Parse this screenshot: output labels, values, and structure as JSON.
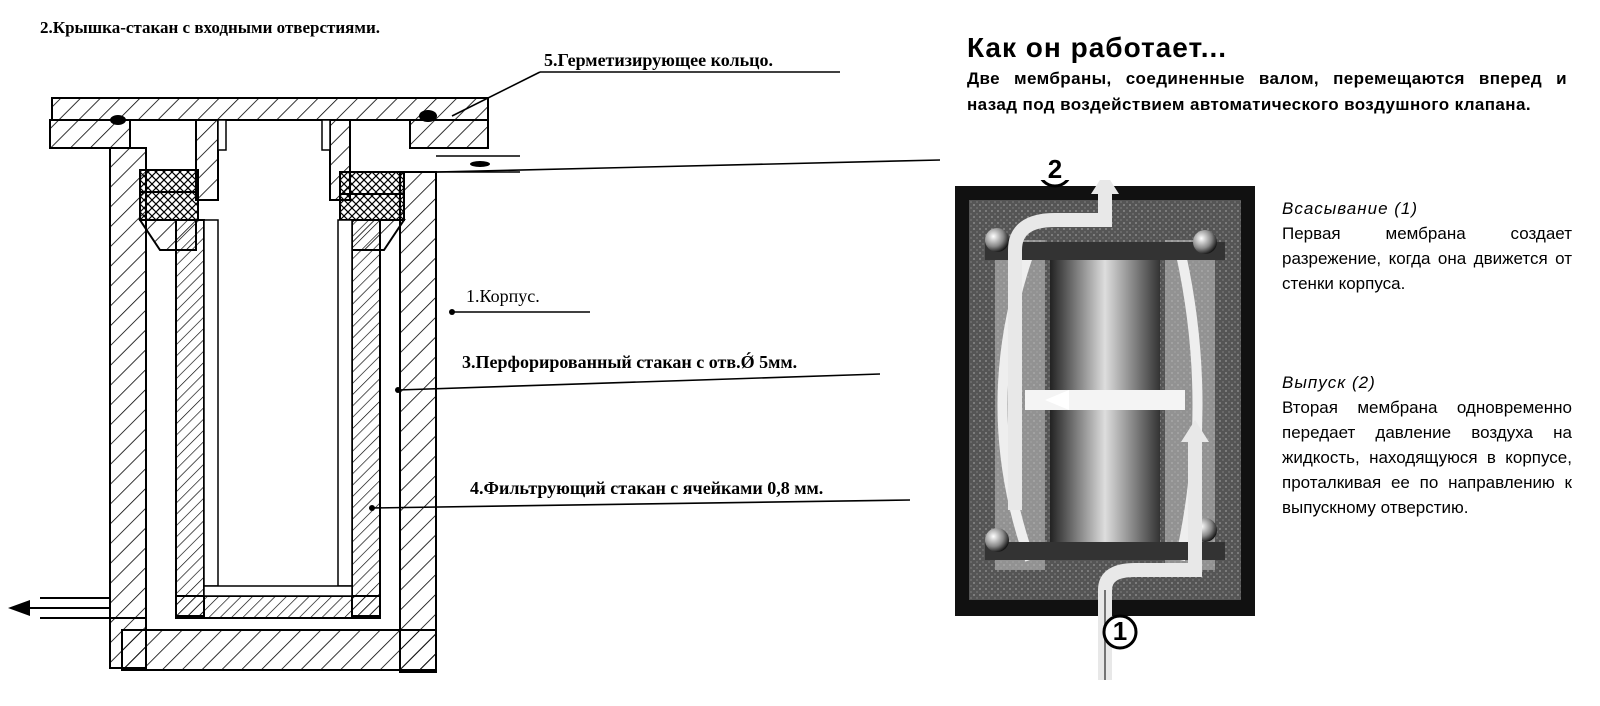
{
  "parts": {
    "lid": "2.Крышка-стакан с входными отверстиями.",
    "seal": "5.Герметизирующее кольцо.",
    "body": "1.Корпус.",
    "perforated": "3.Перфорированный стакан с отв.Ǿ 5мм.",
    "filter": "4.Фильтрующий стакан с ячейками 0,8 мм."
  },
  "how": {
    "title": "Как он работает...",
    "text": "Две мембраны, соединенные валом, перемещаются вперед и назад под воздействием автоматического воздушного клапана."
  },
  "suction": {
    "title": "Всасывание (1)",
    "text": "Первая мембрана создает разрежение, когда она движется от стенки корпуса."
  },
  "discharge": {
    "title": "Выпуск (2)",
    "text": "Вторая мембрана одновременно передает давление воздуха на жидкость, находящуюся в корпусе, проталкивая ее по направлению к выпускному отверстию."
  },
  "markers": {
    "one": "1",
    "two": "2"
  },
  "colors": {
    "ink": "#000000",
    "photo_bg": "#4a4a4a",
    "photo_light": "#d8d8d8"
  }
}
